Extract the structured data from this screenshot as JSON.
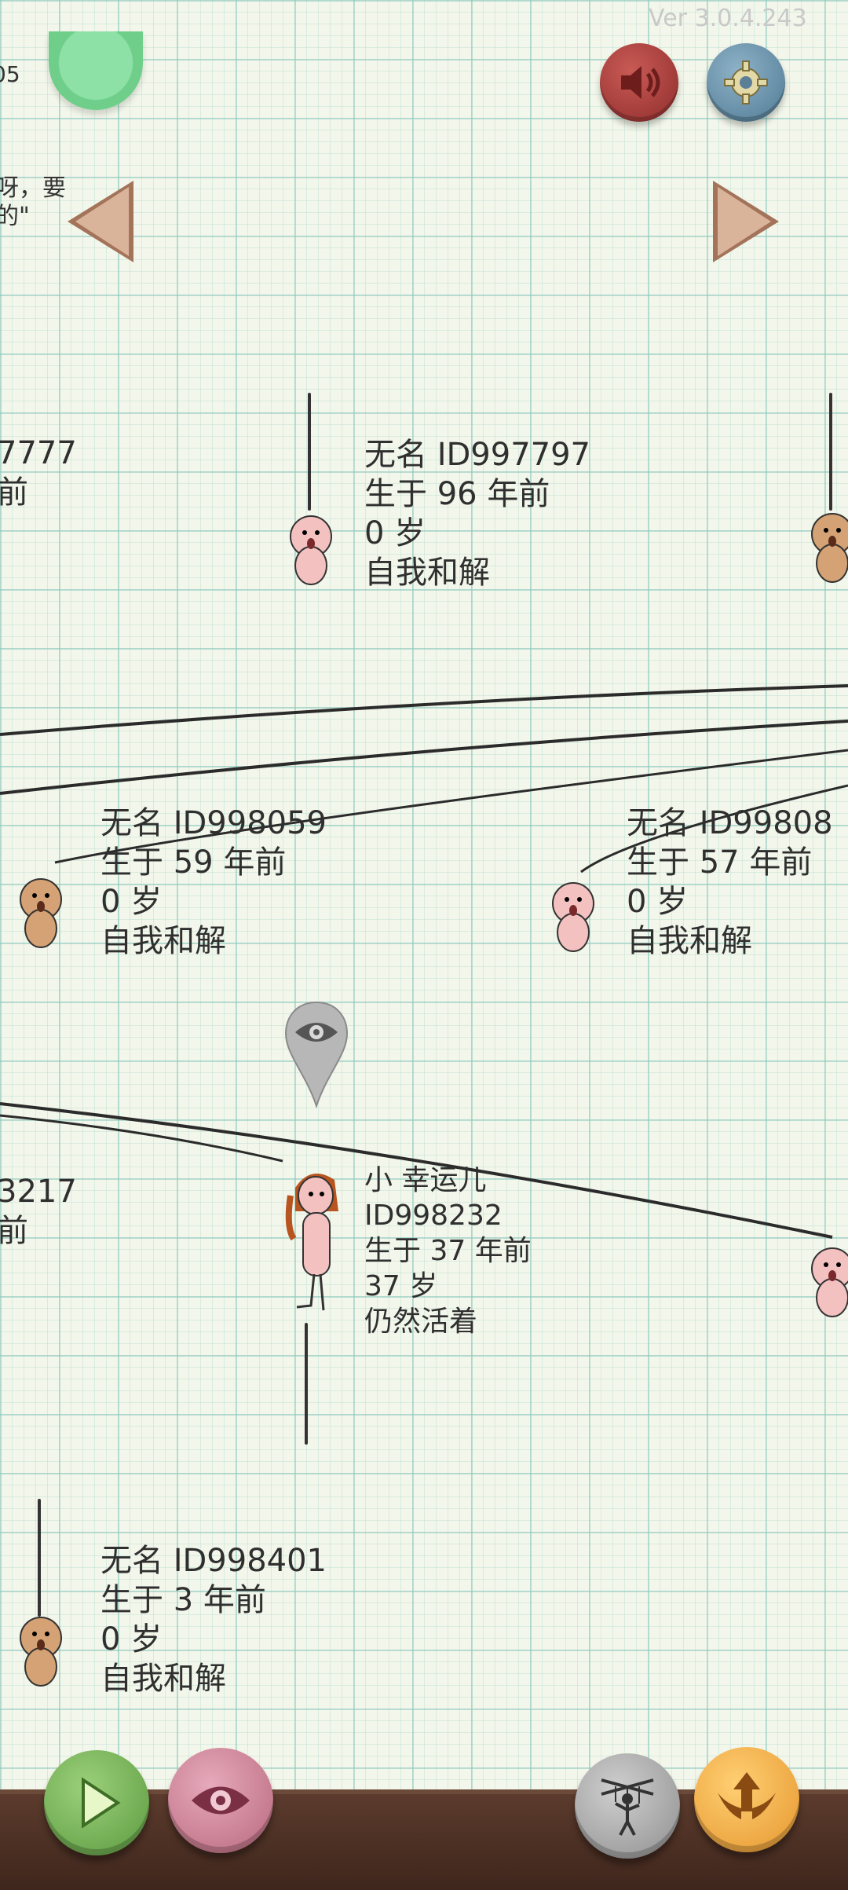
{
  "version": "Ver 3.0.4.243",
  "header": {
    "coins_partial": "05",
    "quote_partial_line1": "呀，要",
    "quote_partial_line2": "的\""
  },
  "icons": {
    "sound": "speaker-icon",
    "settings": "gear-icon",
    "prev": "left-arrow-icon",
    "next": "right-arrow-icon",
    "play": "play-icon",
    "watch": "eye-icon",
    "puppet": "puppet-icon",
    "ascend": "ascend-wings-icon"
  },
  "people": {
    "p997797": {
      "line1": "无名 ID997797",
      "line2": "生于 96 年前",
      "line3": "0 岁",
      "line4": "自我和解"
    },
    "p998059": {
      "line1": "无名 ID998059",
      "line2": "生于 59 年前",
      "line3": "0 岁",
      "line4": "自我和解"
    },
    "p99808": {
      "line1": "无名 ID99808",
      "line2": "生于 57 年前",
      "line3": "0 岁",
      "line4": "自我和解"
    },
    "p998232": {
      "line1": "小 幸运儿",
      "line2": "ID998232",
      "line3": "生于 37 年前",
      "line4": "37 岁",
      "line5": "仍然活着"
    },
    "p998401": {
      "line1": "无名 ID998401",
      "line2": "生于 3 年前",
      "line3": "0 岁",
      "line4": "自我和解"
    },
    "left_partial_1": {
      "line1": "7777",
      "line2": "前"
    },
    "left_partial_2": {
      "line1": "3217",
      "line2": "前"
    }
  }
}
